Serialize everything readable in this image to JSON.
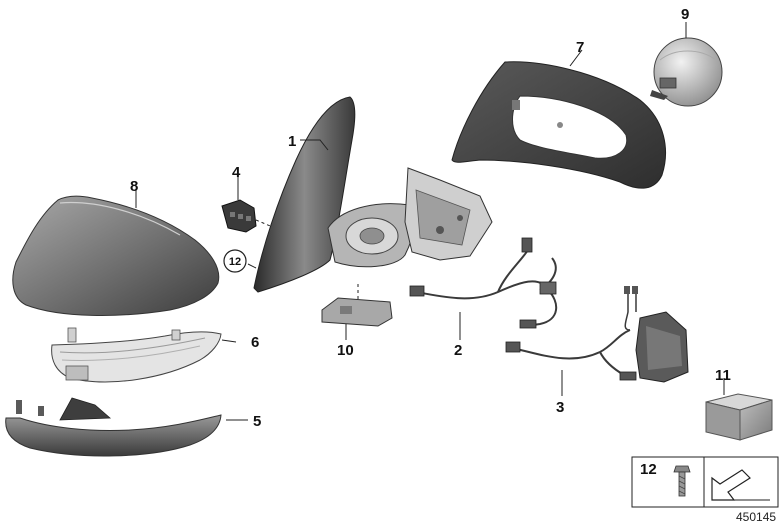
{
  "diagram": {
    "callouts": {
      "p1": "1",
      "p2": "2",
      "p3": "3",
      "p4": "4",
      "p5": "5",
      "p6": "6",
      "p7": "7",
      "p8": "8",
      "p9": "9",
      "p10": "10",
      "p11": "11",
      "p12": "12"
    },
    "legend_box": {
      "number": "12"
    },
    "document_number": "450145"
  },
  "colors": {
    "part_dark": "#4a4a4a",
    "part_mid": "#8a8a8a",
    "part_light": "#c8c8c8",
    "outline": "#222222",
    "background": "#ffffff"
  }
}
